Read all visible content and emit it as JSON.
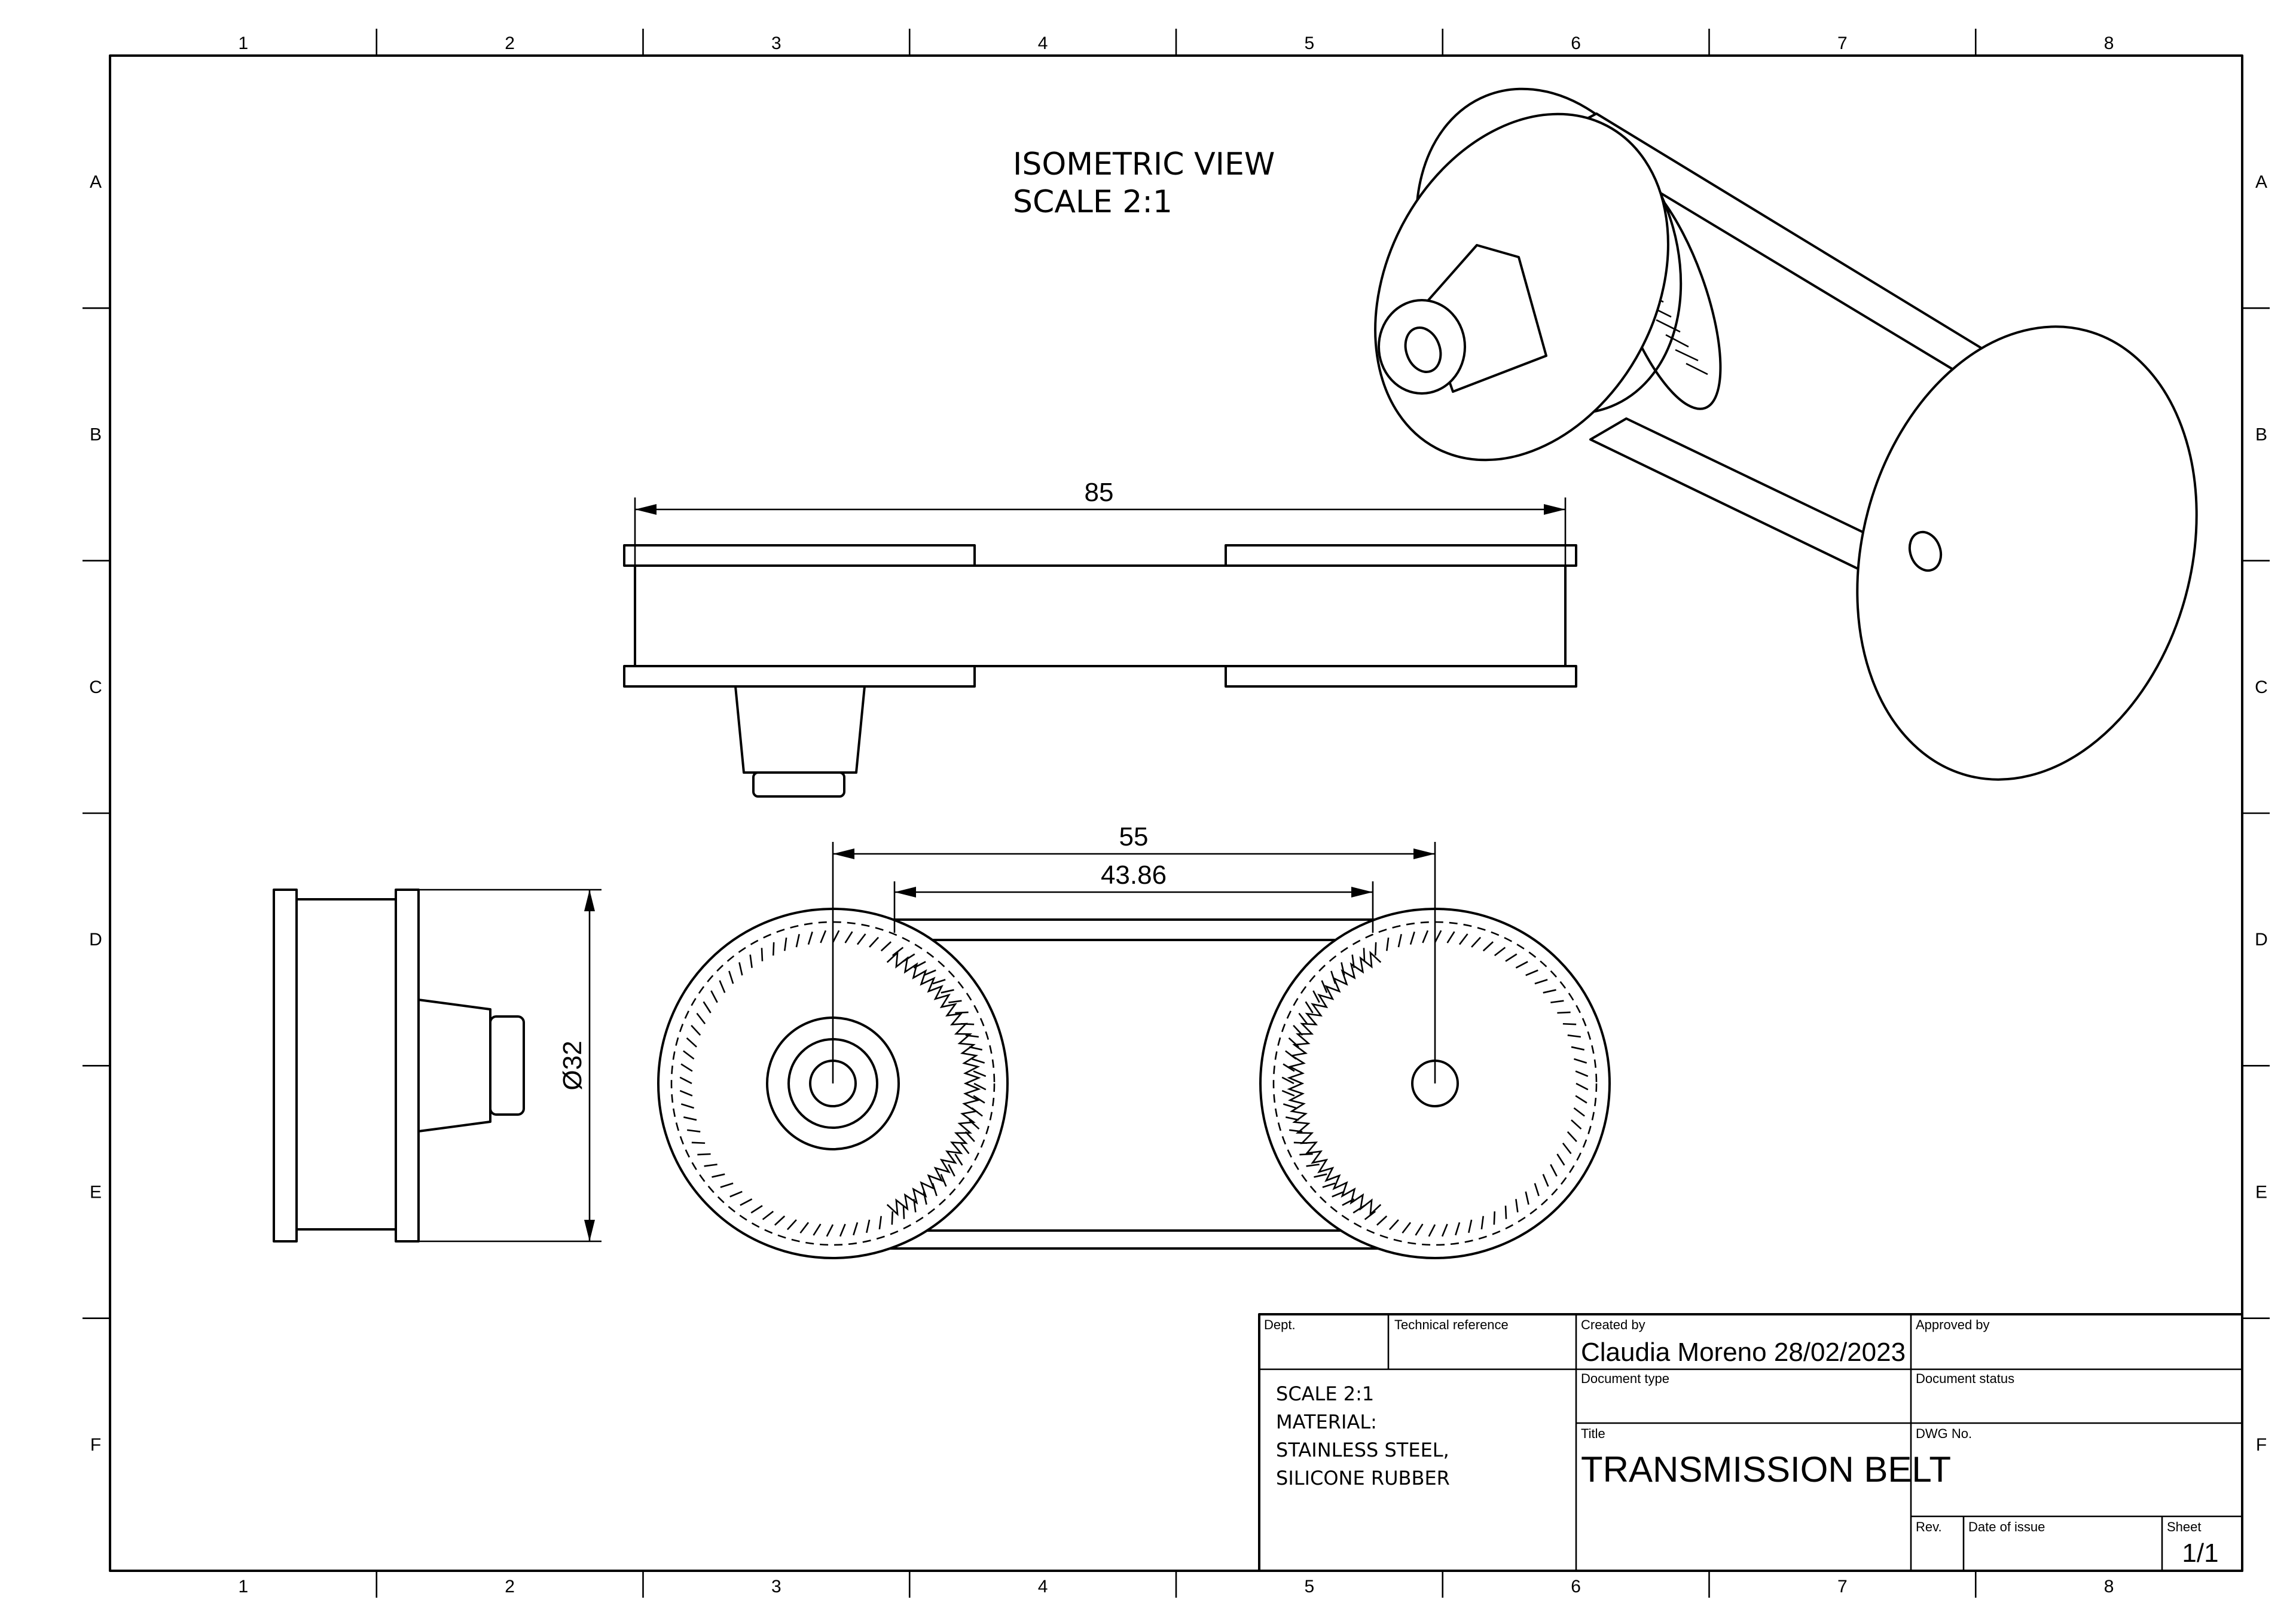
{
  "sheet": {
    "columns": [
      "1",
      "2",
      "3",
      "4",
      "5",
      "6",
      "7",
      "8"
    ],
    "rows": [
      "A",
      "B",
      "C",
      "D",
      "E",
      "F"
    ]
  },
  "isometric_view": {
    "title": "ISOMETRIC VIEW",
    "scale": "SCALE 2:1"
  },
  "dimensions": {
    "overall_length": "85",
    "center_distance": "55",
    "inner_distance": "43.86",
    "pulley_diameter": "Ø32"
  },
  "title_block": {
    "dept_label": "Dept.",
    "dept_value": "",
    "tech_ref_label": "Technical reference",
    "tech_ref_value": "",
    "created_by_label": "Created by",
    "created_by_value": "Claudia Moreno 28/02/2023",
    "approved_by_label": "Approved by",
    "approved_by_value": "",
    "notes": [
      "SCALE 2:1",
      "MATERIAL:",
      "STAINLESS STEEL,",
      "SILICONE RUBBER"
    ],
    "doc_type_label": "Document type",
    "doc_type_value": "",
    "doc_status_label": "Document status",
    "doc_status_value": "",
    "title_label": "Title",
    "title_value": "TRANSMISSION BELT",
    "dwg_no_label": "DWG No.",
    "dwg_no_value": "",
    "rev_label": "Rev.",
    "date_of_issue_label": "Date of issue",
    "sheet_label": "Sheet",
    "sheet_value": "1/1"
  }
}
